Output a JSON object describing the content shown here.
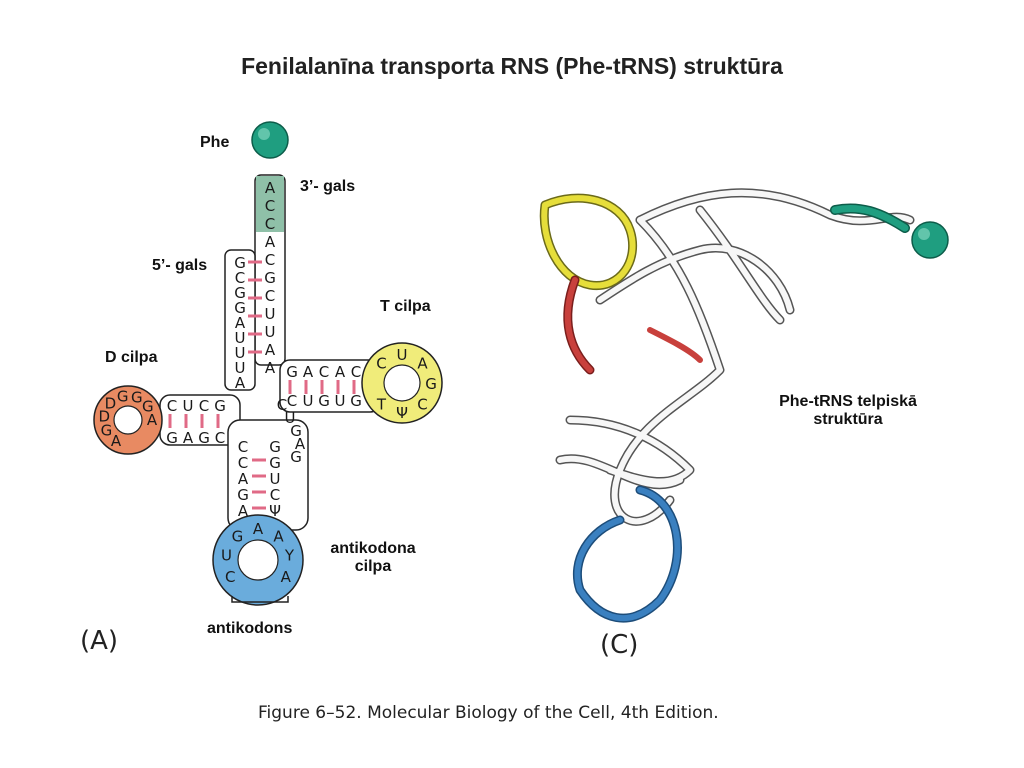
{
  "title": "Fenilalanīna transporta RNS (Phe-tRNS) struktūra",
  "labels": {
    "phe": "Phe",
    "three_end": "3’- gals",
    "five_end": "5’- gals",
    "t_loop": "T cilpa",
    "d_loop": "D cilpa",
    "anticodon_loop_1": "antikodona",
    "anticodon_loop_2": "cilpa",
    "anticodon": "antikodons",
    "tertiary_1": "Phe-tRNS telpiskā",
    "tertiary_2": "struktūra"
  },
  "panels": {
    "a": "(A)",
    "c": "(C)"
  },
  "caption": "Figure 6–52. Molecular Biology of the Cell, 4th Edition.",
  "sequence": {
    "acceptor_3prime": [
      "A",
      "C",
      "C",
      "A",
      "C",
      "G",
      "C",
      "U",
      "U",
      "A",
      "A"
    ],
    "acceptor_5prime": [
      "G",
      "C",
      "G",
      "G",
      "A",
      "U",
      "U",
      "U",
      "A"
    ],
    "d_stem_top": [
      "C",
      "U",
      "C",
      "G"
    ],
    "d_stem_bottom": [
      "G",
      "A",
      "G",
      "C"
    ],
    "d_loop": [
      "A",
      "G",
      "D",
      "D",
      "G",
      "G",
      "G",
      "A"
    ],
    "t_stem_top": [
      "G",
      "A",
      "C",
      "A",
      "C"
    ],
    "t_stem_bottom": [
      "C",
      "U",
      "G",
      "U",
      "G"
    ],
    "t_loop": [
      "C",
      "U",
      "A",
      "G",
      "C",
      "Ψ",
      "T"
    ],
    "variable_region": [
      "C",
      "U",
      "G",
      "A",
      "G"
    ],
    "anticodon_stem_left": [
      "C",
      "C",
      "A",
      "G",
      "A"
    ],
    "anticodon_stem_right": [
      "G",
      "G",
      "U",
      "C",
      "Ψ"
    ],
    "anticodon_loop": [
      "C",
      "U",
      "G",
      "A",
      "A",
      "Y",
      "A"
    ]
  },
  "colors": {
    "acceptor": "#8fc0a8",
    "phe_ball": "#1f9e80",
    "d_loop": "#e88a62",
    "t_loop": "#f0ec7a",
    "anticodon_loop": "#6aacdc",
    "base_pair": "#e06a86",
    "backbone_3d": "#d9d9d9",
    "tertiary_red": "#c8403c",
    "tertiary_blue": "#3a80c0",
    "tertiary_yellow": "#e6de3a"
  }
}
